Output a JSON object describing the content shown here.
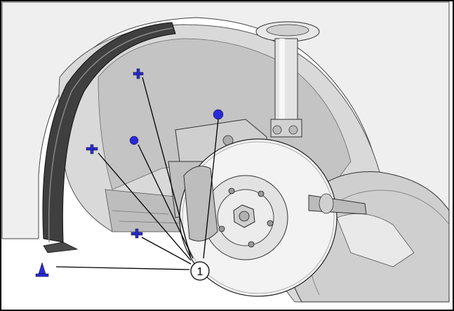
{
  "figure": {
    "callout": {
      "label": "1"
    },
    "colors": {
      "frame": "#000000",
      "body_light": "#f1f1f1",
      "body_mid": "#d8d8d8",
      "body_dark": "#9a9a9a",
      "shadow": "#5e5e5e",
      "fastener": "#2a2ad8",
      "leader": "#000000"
    },
    "parts": [
      "inner-wheel-arch-liner",
      "brake-disc",
      "suspension-strut",
      "tire",
      "push-pin-fastener"
    ]
  }
}
